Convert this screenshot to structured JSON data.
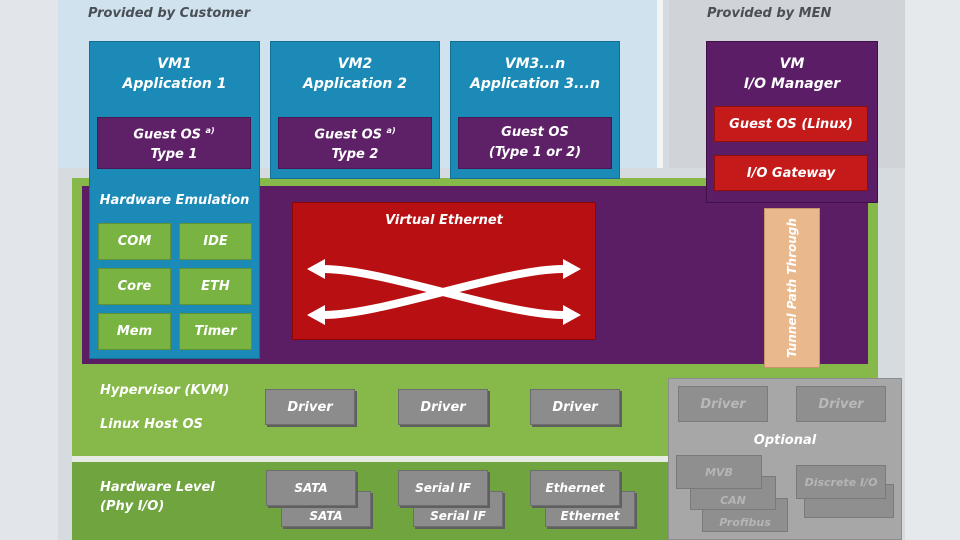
{
  "zones": {
    "customer_label": "Provided by Customer",
    "men_label": "Provided by MEN"
  },
  "vms": [
    {
      "title_line1": "VM1",
      "title_line2": "Application 1",
      "guest_line1": "Guest OS",
      "guest_sup": "a)",
      "guest_line2": "Type 1"
    },
    {
      "title_line1": "VM2",
      "title_line2": "Application 2",
      "guest_line1": "Guest OS",
      "guest_sup": "a)",
      "guest_line2": "Type 2"
    },
    {
      "title_line1": "VM3...n",
      "title_line2": "Application 3...n",
      "guest_line1": "Guest OS",
      "guest_sup": "",
      "guest_line2": "(Type 1 or 2)"
    }
  ],
  "men_vm": {
    "title_line1": "VM",
    "title_line2": "I/O Manager",
    "guest_os": "Guest OS (Linux)",
    "gateway": "I/O Gateway"
  },
  "emulation": {
    "title": "Hardware Emulation",
    "cells": [
      "COM",
      "IDE",
      "Core",
      "ETH",
      "Mem",
      "Timer"
    ]
  },
  "virtual_ethernet": {
    "label": "Virtual Ethernet"
  },
  "tunnel": {
    "label": "Tunnel Path Through"
  },
  "host_layer": {
    "hypervisor_label": "Hypervisor (KVM)",
    "host_os_label": "Linux Host OS",
    "drivers": [
      "Driver",
      "Driver",
      "Driver"
    ]
  },
  "hw_layer": {
    "label_line1": "Hardware Level",
    "label_line2": "(Phy I/O)",
    "chips": [
      {
        "front": "SATA",
        "back": "SATA"
      },
      {
        "front": "Serial IF",
        "back": "Serial IF"
      },
      {
        "front": "Ethernet",
        "back": "Ethernet"
      }
    ]
  },
  "optional": {
    "label": "Optional",
    "drivers": [
      "Driver",
      "Driver"
    ],
    "chips": [
      "MVB",
      "CAN",
      "Profibus",
      "Discrete I/O"
    ]
  },
  "colors": {
    "vm_blue": "#1b8ab6",
    "guest_purple": "#5e2168",
    "hypervisor_purple": "#5b1d63",
    "emulation_green": "#79b342",
    "ethernet_red": "#b80f12",
    "gateway_red": "#c41a1a",
    "tunnel_tan": "#e9b98d",
    "driver_gray": "#8c8c8c"
  }
}
